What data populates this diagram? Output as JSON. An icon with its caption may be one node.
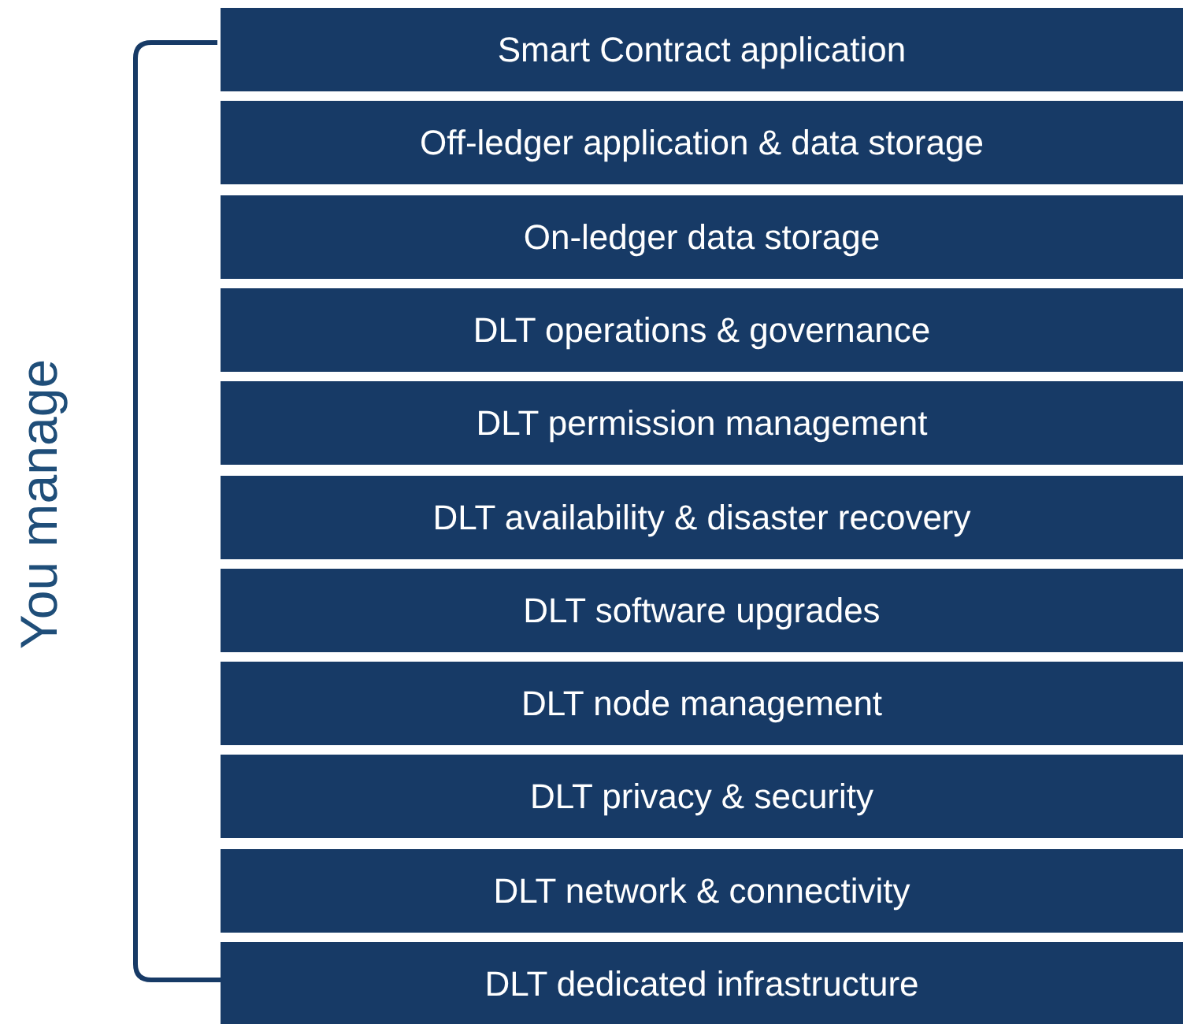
{
  "diagram": {
    "nodes": [
      {
        "text": [
          "Smart Contract application"
        ]
      },
      {
        "text": [
          "Off-ledger application & data storage"
        ]
      },
      {
        "text": [
          "On-ledger data storage"
        ]
      },
      {
        "text": [
          "DLT operations & governance"
        ]
      },
      {
        "text": [
          "DLT permission management"
        ]
      },
      {
        "text": [
          "DLT availability & disaster recovery"
        ]
      },
      {
        "text": [
          "DLT software upgrades"
        ]
      },
      {
        "text": [
          "DLT node management"
        ]
      },
      {
        "text": [
          "DLT privacy & security"
        ]
      },
      {
        "text": [
          "DLT network & connectivity"
        ]
      },
      {
        "text": [
          "DLT dedicated infrastructure"
        ]
      }
    ],
    "edges": [],
    "labels": [
      "You manage"
    ]
  }
}
